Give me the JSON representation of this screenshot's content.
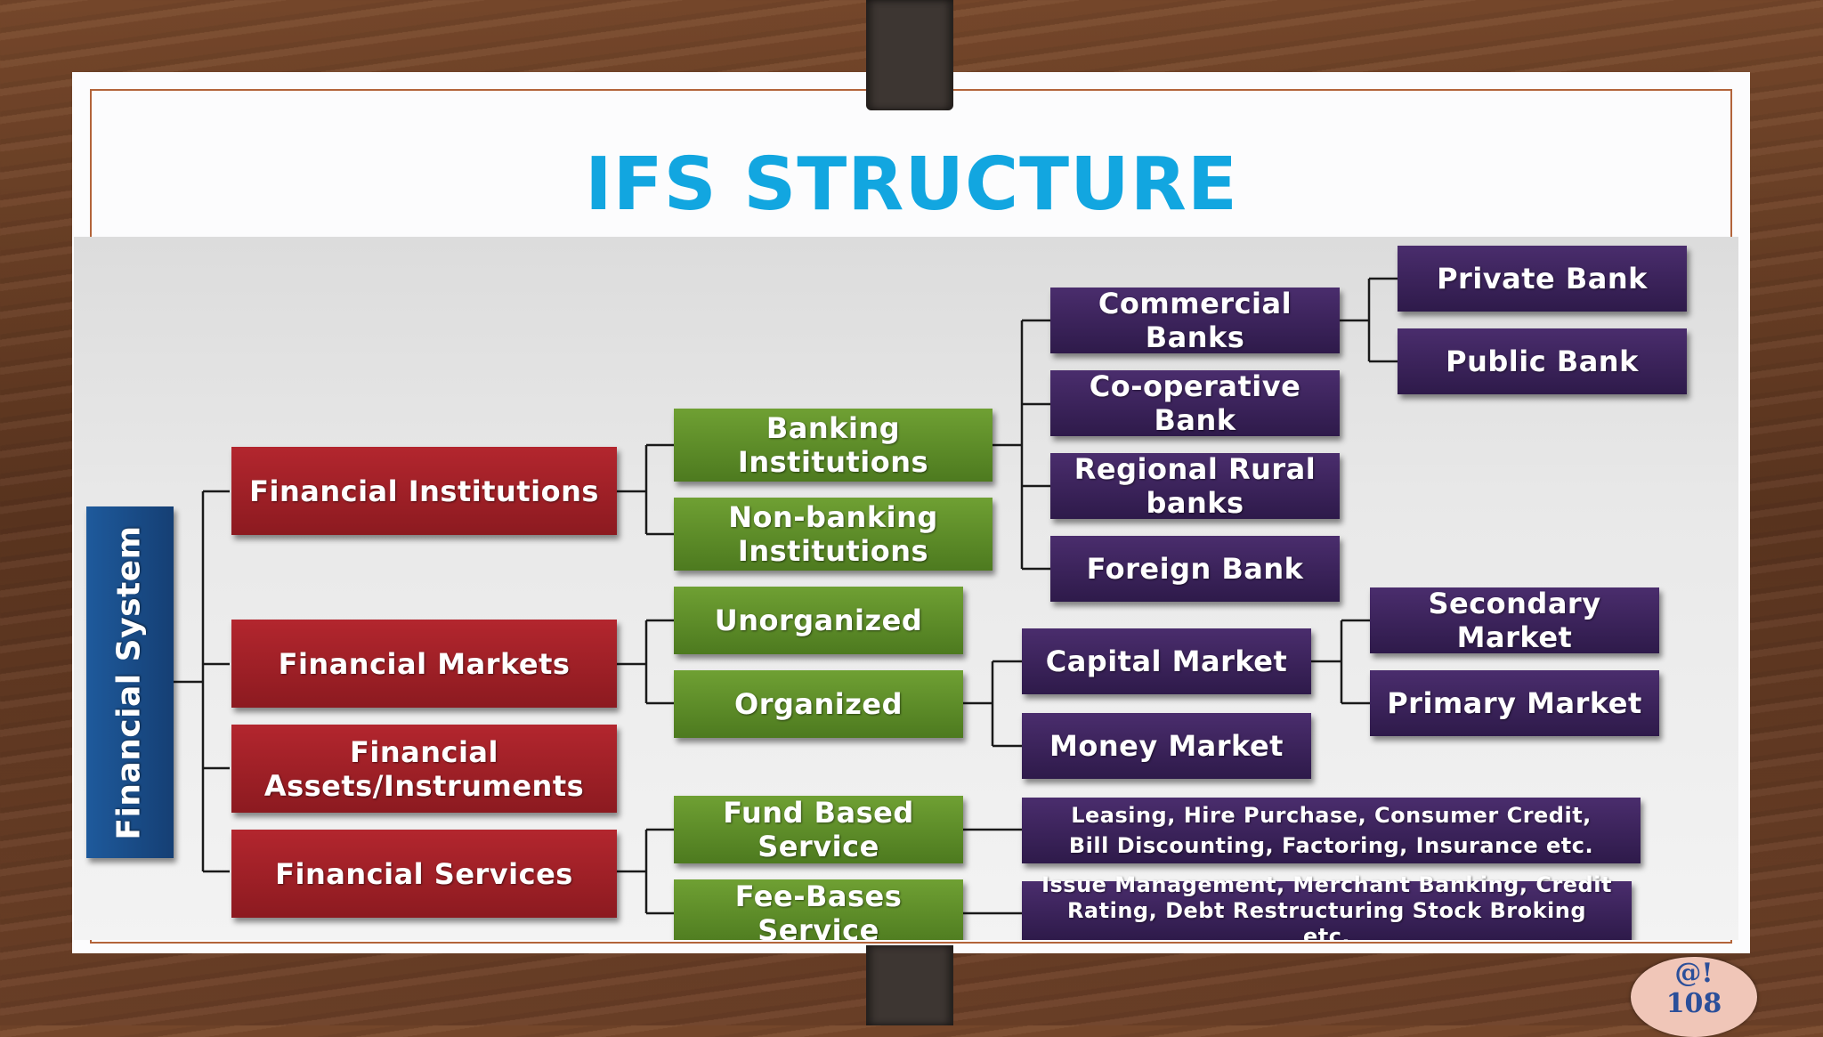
{
  "title": "IFS STRUCTURE",
  "diagram": {
    "root": "Financial System",
    "level1": {
      "institutions": "Financial Institutions",
      "markets": "Financial Markets",
      "assets": "Financial Assets/Instruments",
      "services": "Financial Services"
    },
    "level2": {
      "banking": "Banking Institutions",
      "non_banking": "Non-banking Institutions",
      "unorganized": "Unorganized",
      "organized": "Organized",
      "fund_based": "Fund Based Service",
      "fee_based": "Fee-Bases Service"
    },
    "level3": {
      "commercial": "Commercial Banks",
      "cooperative": "Co-operative Bank",
      "regional": "Regional Rural banks",
      "foreign": "Foreign Bank",
      "capital_market": "Capital Market",
      "money_market": "Money Market",
      "fund_based_detail": "Leasing, Hire Purchase, Consumer Credit, Bill Discounting, Factoring, Insurance etc.",
      "fee_based_detail": "Issue Management, Merchant Banking, Credit Rating, Debt Restructuring Stock Broking etc."
    },
    "level4": {
      "private_bank": "Private Bank",
      "public_bank": "Public Bank",
      "secondary_market": "Secondary Market",
      "primary_market": "Primary Market"
    }
  },
  "badge": {
    "symbol": "@!",
    "number": "108"
  },
  "colors": {
    "title": "#12a6e0",
    "root": "#1e5a9c",
    "level1": "#9e2027",
    "level2": "#5d8c29",
    "level3": "#3b2458"
  }
}
